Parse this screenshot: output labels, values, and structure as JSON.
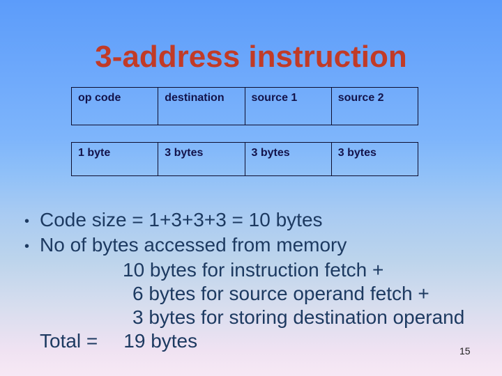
{
  "slide": {
    "title": "3-address instruction",
    "page_number": "15"
  },
  "table": {
    "header_row": [
      "op code",
      "destination",
      "source 1",
      "source 2"
    ],
    "size_row": [
      "1 byte",
      "3 bytes",
      "3 bytes",
      "3 bytes"
    ]
  },
  "body": {
    "bullet_char": "•",
    "line1": "Code size = 1+3+3+3 = 10 bytes",
    "line2": "No of bytes accessed from memory",
    "line3": "10 bytes for instruction fetch +",
    "line4": "6 bytes for source operand fetch +",
    "line5": "3 bytes for storing destination operand",
    "total_label": "Total =",
    "total_value": "19 bytes"
  },
  "colors": {
    "title_text": "#c13b27",
    "body_text": "#1d3a61",
    "table_text": "#13134a",
    "table_border": "#0d0d2e",
    "background_top": "#5c9cfa",
    "background_bottom": "#f7e9f5"
  }
}
